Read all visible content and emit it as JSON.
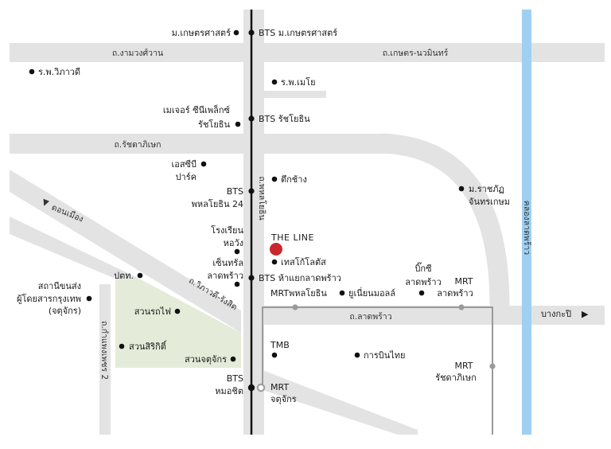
{
  "colors": {
    "background": "#ffffff",
    "road": "#e3e3e3",
    "park": "#e4ecd9",
    "canal": "#9fd0f2",
    "bts_line": "#111111",
    "mrt_line": "#9a9a9a",
    "dot": "#111111",
    "highlight": "#c8282d"
  },
  "roads": {
    "ngam_wong_wan": "ถ.งามวงศ์วาน",
    "kaset_nawamin": "ถ.เกษตร-นวมินทร์",
    "ratchadaphisek": "ถ.รัชดาภิเษก",
    "phahonyothin": "ถ.พหลโยธิน",
    "don_mueang": "ดอนเมือง",
    "vibhavadi": "ถ.วิภาวดี-รังสิต",
    "lat_phrao": "ถ.ลาดพร้าว",
    "kamphaeng_phet_2": "ถ.กำแพงเพชร 2",
    "canal_lat_phrao": "คลองลาดพร้าว",
    "bang_kapi": "บางกะปิ",
    "arrow_right": "▶",
    "arrow_left": "▼"
  },
  "places": {
    "kasetsart_univ": "ม.เกษตรศาสตร์",
    "bts_kasetsart": "BTS ม.เกษตรศาสตร์",
    "vibhavadi_hospital": "ร.พ.วิภาวดี",
    "mayo_hospital": "ร.พ.เมโย",
    "major_line1": "เมเจอร์ ซีนีเพล็กซ์",
    "major_line2": "รัชโยธิน",
    "bts_ratchayothin": "BTS รัชโยธิน",
    "scb_line1": "เอสซีบี",
    "scb_line2": "ปาร์ค",
    "bts_24_line1": "BTS",
    "bts_24_line2": "พหลโยธิน 24",
    "tuek_chang": "ตึกช้าง",
    "chandrakasem_line1": "ม.ราชภัฏ",
    "chandrakasem_line2": "จันทรเกษม",
    "horwang_line1": "โรงเรียน",
    "horwang_line2": "หอวัง",
    "the_line": "THE LINE",
    "tesco_lotus": "เทสโก้โลตัส",
    "central_line1": "เซ็นทรัล",
    "central_line2": "ลาดพร้าว",
    "bts_ha_yaek": "BTS ห้าแยกลาดพร้าว",
    "mrt_phahon": "MRTพหลโยธิน",
    "union_mall": "ยูเนี่ยนมอลล์",
    "bigc_line1": "บิ๊กซี",
    "bigc_line2": "ลาดพร้าว",
    "mrt_lat_phrao_line1": "MRT",
    "mrt_lat_phrao_line2": "ลาดพร้าว",
    "ptt": "ปตท.",
    "station_line1": "สถานีขนส่ง",
    "station_line2": "ผู้โดยสารกรุงเทพ",
    "station_line3": "(จตุจักร)",
    "rot_fai_park": "สวนรถไฟ",
    "sirikit_park": "สวนสิริกิติ์",
    "chatuchak_park": "สวนจตุจักร",
    "tmb": "TMB",
    "thai_airways": "การบินไทย",
    "mrt_ratchada_line1": "MRT",
    "mrt_ratchada_line2": "รัชดาภิเษก",
    "bts_mo_chit_line1": "BTS",
    "bts_mo_chit_line2": "หมอชิต",
    "mrt_chatuchak_line1": "MRT",
    "mrt_chatuchak_line2": "จตุจักร"
  }
}
